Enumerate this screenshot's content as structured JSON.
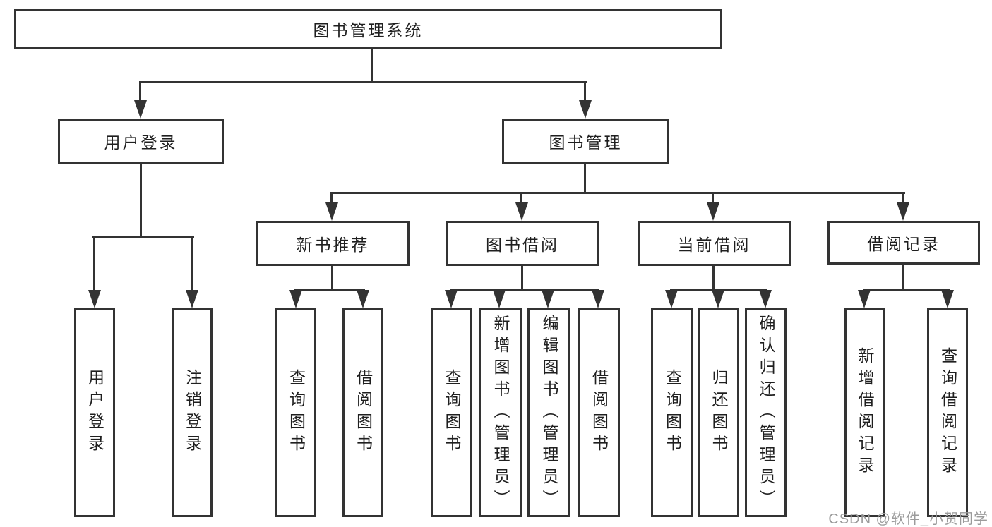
{
  "page": {
    "background": "#ffffff",
    "line_color": "#333333",
    "box_fill": "#ffffff",
    "text_color": "#1f1f1f"
  },
  "watermark": {
    "text": "CSDN @软件_小贺同学",
    "color": "#9b9b9b"
  },
  "tree": {
    "root": {
      "label": "图书管理系统"
    },
    "level2": [
      {
        "label": "用户登录",
        "parent": "图书管理系统"
      },
      {
        "label": "图书管理",
        "parent": "图书管理系统"
      }
    ],
    "level3": [
      {
        "label": "新书推荐",
        "parent": "图书管理"
      },
      {
        "label": "图书借阅",
        "parent": "图书管理"
      },
      {
        "label": "当前借阅",
        "parent": "图书管理"
      },
      {
        "label": "借阅记录",
        "parent": "图书管理"
      }
    ],
    "leaves": [
      {
        "label": "用户登录",
        "parent": "用户登录"
      },
      {
        "label": "注销登录",
        "parent": "用户登录"
      },
      {
        "label": "查询图书",
        "parent": "新书推荐"
      },
      {
        "label": "借阅图书",
        "parent": "新书推荐"
      },
      {
        "label": "查询图书",
        "parent": "图书借阅"
      },
      {
        "label": "新增图书（管理员）",
        "parent": "图书借阅"
      },
      {
        "label": "编辑图书（管理员）",
        "parent": "图书借阅"
      },
      {
        "label": "借阅图书",
        "parent": "图书借阅"
      },
      {
        "label": "查询图书",
        "parent": "当前借阅"
      },
      {
        "label": "归还图书",
        "parent": "当前借阅"
      },
      {
        "label": "确认归还（管理员）",
        "parent": "当前借阅"
      },
      {
        "label": "新增借阅记录",
        "parent": "借阅记录"
      },
      {
        "label": "查询借阅记录",
        "parent": "借阅记录"
      }
    ]
  }
}
